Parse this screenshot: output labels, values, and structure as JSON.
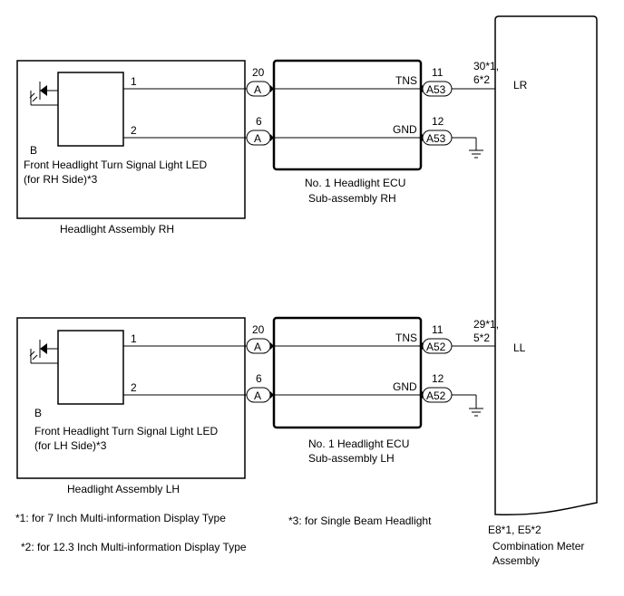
{
  "rh": {
    "assembly_label": "Headlight Assembly RH",
    "led_label_1": "Front Headlight Turn Signal Light LED",
    "led_label_2": "(for RH Side)*3",
    "b_label": "B",
    "pin_1": "1",
    "pin_2": "2",
    "conn_a_pin_20": "20",
    "conn_a_pin_6": "6",
    "conn_a_label": "A",
    "ecu_label_1": "No. 1 Headlight ECU",
    "ecu_label_2": "Sub-assembly RH",
    "tns_label": "TNS",
    "gnd_label": "GND",
    "ecu_out_pin_11": "11",
    "ecu_out_pin_12": "12",
    "conn_out_label": "A53",
    "meter_pin_line_1": "30*1,",
    "meter_pin_line_2": "6*2",
    "meter_terminal": "LR"
  },
  "lh": {
    "assembly_label": "Headlight Assembly LH",
    "led_label_1": "Front Headlight Turn Signal Light LED",
    "led_label_2": "(for LH Side)*3",
    "b_label": "B",
    "pin_1": "1",
    "pin_2": "2",
    "conn_a_pin_20": "20",
    "conn_a_pin_6": "6",
    "conn_a_label": "A",
    "ecu_label_1": "No. 1 Headlight ECU",
    "ecu_label_2": "Sub-assembly LH",
    "tns_label": "TNS",
    "gnd_label": "GND",
    "ecu_out_pin_11": "11",
    "ecu_out_pin_12": "12",
    "conn_out_label": "A52",
    "meter_pin_line_1": "29*1,",
    "meter_pin_line_2": "5*2",
    "meter_terminal": "LL"
  },
  "meter": {
    "connector_label": "E8*1, E5*2",
    "name_line_1": "Combination Meter",
    "name_line_2": "Assembly"
  },
  "notes": {
    "note_1": "*1: for 7 Inch Multi-information Display Type",
    "note_2": "*2: for 12.3 Inch Multi-information Display Type",
    "note_3": "*3: for Single Beam Headlight"
  }
}
